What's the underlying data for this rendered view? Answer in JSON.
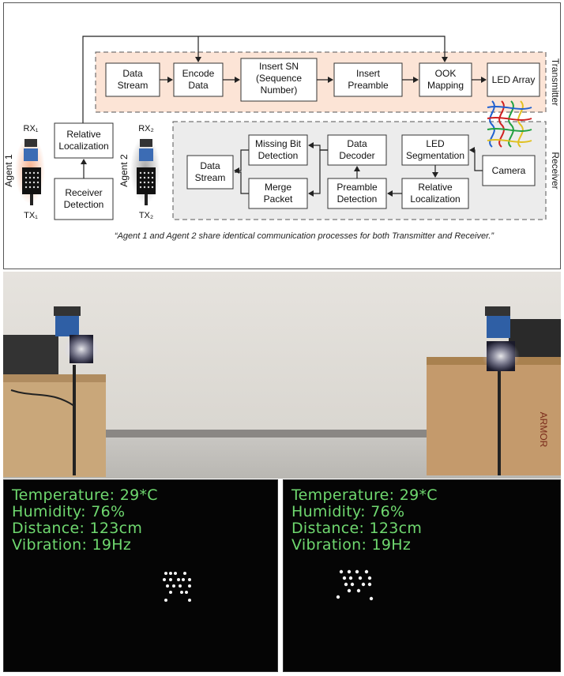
{
  "diagram": {
    "agent1": {
      "label": "Agent 1",
      "rx": "RX₁",
      "tx": "TX₁"
    },
    "agent2": {
      "label": "Agent 2",
      "rx": "RX₂",
      "tx": "TX₂"
    },
    "transmitter_label": "Transmitter",
    "receiver_label": "Receiver",
    "left_blocks": {
      "relative_localization": [
        "Relative",
        "Localization"
      ],
      "receiver_detection": [
        "Receiver",
        "Detection"
      ]
    },
    "tx_blocks": {
      "data_stream": [
        "Data",
        "Stream"
      ],
      "encode_data": [
        "Encode",
        "Data"
      ],
      "insert_sn": [
        "Insert SN",
        "(Sequence",
        "Number)"
      ],
      "insert_preamble": [
        "Insert",
        "Preamble"
      ],
      "ook_mapping": [
        "OOK",
        "Mapping"
      ],
      "led_array": [
        "LED Array"
      ]
    },
    "rx_blocks": {
      "data_stream": [
        "Data",
        "Stream"
      ],
      "missing_bit_detection": [
        "Missing Bit",
        "Detection"
      ],
      "merge_packet": [
        "Merge",
        "Packet"
      ],
      "data_decoder": [
        "Data",
        "Decoder"
      ],
      "preamble_detection": [
        "Preamble",
        "Detection"
      ],
      "led_segmentation": [
        "LED",
        "Segmentation"
      ],
      "relative_localization": [
        "Relative",
        "Localization"
      ],
      "camera": [
        "Camera"
      ]
    },
    "caption": "“Agent 1 and Agent 2 share identical communication processes for both Transmitter and Receiver.”",
    "colors": {
      "transmitter_bg": "#fce4d6",
      "receiver_bg": "#ececec",
      "agent1_glow": "#f4a37a",
      "agent2_glow": "#b0b0b0"
    }
  },
  "camera_views": [
    {
      "temperature": "Temperature: 29*C",
      "humidity": "Humidity: 76%",
      "distance": "Distance: 123cm",
      "vibration": "Vibration: 19Hz"
    },
    {
      "temperature": "Temperature: 29*C",
      "humidity": "Humidity: 76%",
      "distance": "Distance: 123cm",
      "vibration": "Vibration: 19Hz"
    }
  ],
  "photo": {
    "box_brand_text": "ARMOR"
  },
  "text_color": "#6fd86f"
}
